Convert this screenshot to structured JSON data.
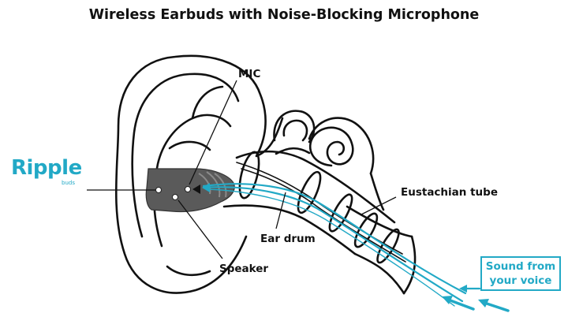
{
  "title": "Wireless Earbuds with Noise-Blocking Microphone",
  "logo": {
    "name": "Ripple",
    "subtext": "buds"
  },
  "labels": {
    "mic": "MIC",
    "eustachian": "Eustachian tube",
    "ear_drum": "Ear drum",
    "speaker": "Speaker"
  },
  "sound_box": {
    "line1": "Sound from",
    "line2": "your voice"
  },
  "colors": {
    "accent": "#22a9c6",
    "ink": "#111111",
    "earbud": "#555555"
  }
}
